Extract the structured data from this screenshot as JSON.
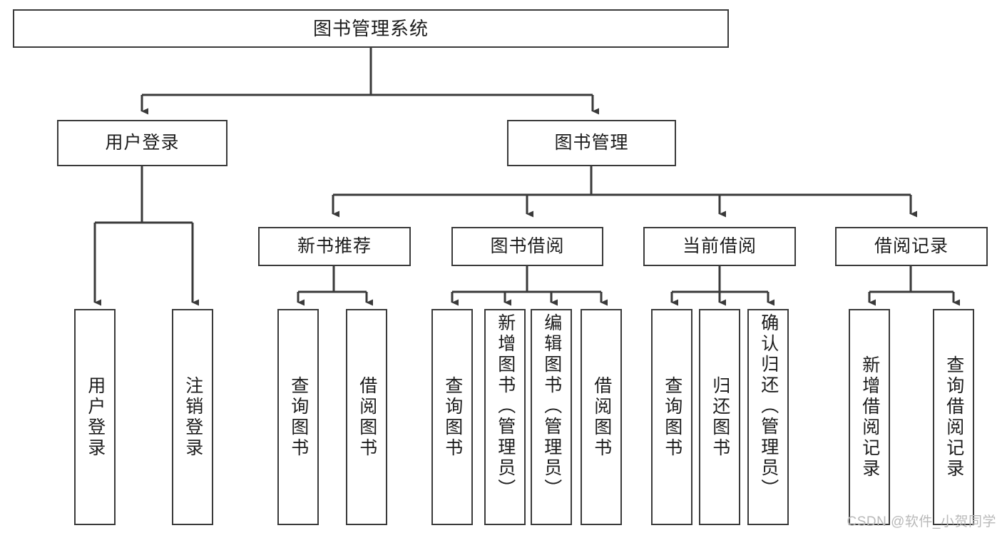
{
  "diagram": {
    "type": "tree",
    "title": "图书管理系统",
    "background_color": "#ffffff",
    "line_color": "#3a3a3a",
    "text_color": "#1c1c1c",
    "watermark": "CSDN @软件_小贺同学",
    "nodes": {
      "root": "图书管理系统",
      "level2": [
        "用户登录",
        "图书管理"
      ],
      "level3": [
        "新书推荐",
        "图书借阅",
        "当前借阅",
        "借阅记录"
      ],
      "leaves": {
        "user_login": [
          "用户登录",
          "注销登录"
        ],
        "new_book_recommend": [
          "查询图书",
          "借阅图书"
        ],
        "book_borrow": [
          "查询图书",
          "新增图书（管理员）",
          "编辑图书（管理员）",
          "借阅图书"
        ],
        "current_borrow": [
          "查询图书",
          "归还图书",
          "确认归还（管理员）"
        ],
        "borrow_record": [
          "新增借阅记录",
          "查询借阅记录"
        ]
      }
    }
  }
}
